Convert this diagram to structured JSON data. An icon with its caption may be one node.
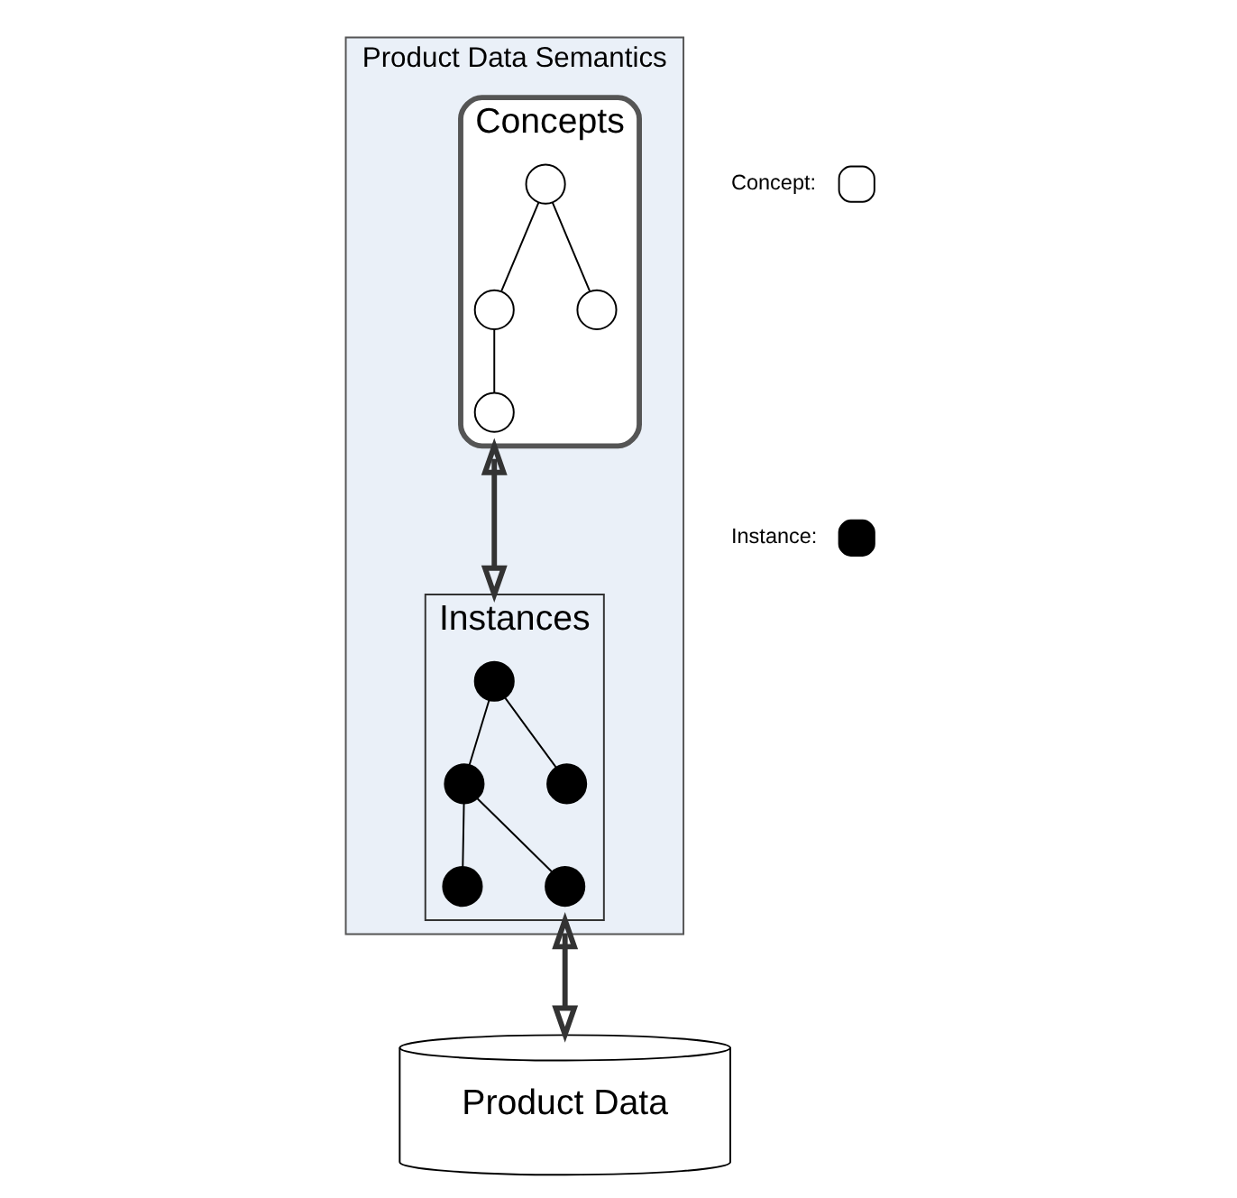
{
  "diagram": {
    "nodes": [
      {
        "text": [
          "Product Data Semantics"
        ]
      },
      {
        "text": [
          "Concepts"
        ],
        "in": 0
      },
      {
        "text": [],
        "shape": "circle",
        "in": 1
      },
      {
        "text": [],
        "shape": "circle",
        "in": 1
      },
      {
        "text": [],
        "shape": "circle",
        "in": 1
      },
      {
        "text": [],
        "shape": "circle",
        "in": 1
      },
      {
        "text": [
          "Instances"
        ],
        "in": 0
      },
      {
        "text": [],
        "shape": "circle",
        "in": 6
      },
      {
        "text": [],
        "shape": "circle",
        "in": 6
      },
      {
        "text": [],
        "shape": "circle",
        "in": 6
      },
      {
        "text": [],
        "shape": "circle",
        "in": 6
      },
      {
        "text": [],
        "shape": "circle",
        "in": 6
      },
      {
        "text": [
          "Product Data"
        ]
      }
    ],
    "edges": [
      {
        "from": 2,
        "to": 3,
        "arrow": "none"
      },
      {
        "from": 2,
        "to": 4,
        "arrow": "none"
      },
      {
        "from": 3,
        "to": 5,
        "arrow": "none"
      },
      {
        "from": 7,
        "to": 8,
        "arrow": "none"
      },
      {
        "from": 7,
        "to": 9,
        "arrow": "none"
      },
      {
        "from": 8,
        "to": 10,
        "arrow": "none"
      },
      {
        "from": 8,
        "to": 11,
        "arrow": "none"
      },
      {
        "from": 1,
        "to": 6,
        "arrow": "both",
        "style": "thick"
      },
      {
        "from": 6,
        "to": 12,
        "arrow": "both",
        "style": "thick"
      }
    ],
    "legend": [
      {
        "text": "Concept:"
      },
      {
        "text": "Instance:"
      }
    ]
  }
}
